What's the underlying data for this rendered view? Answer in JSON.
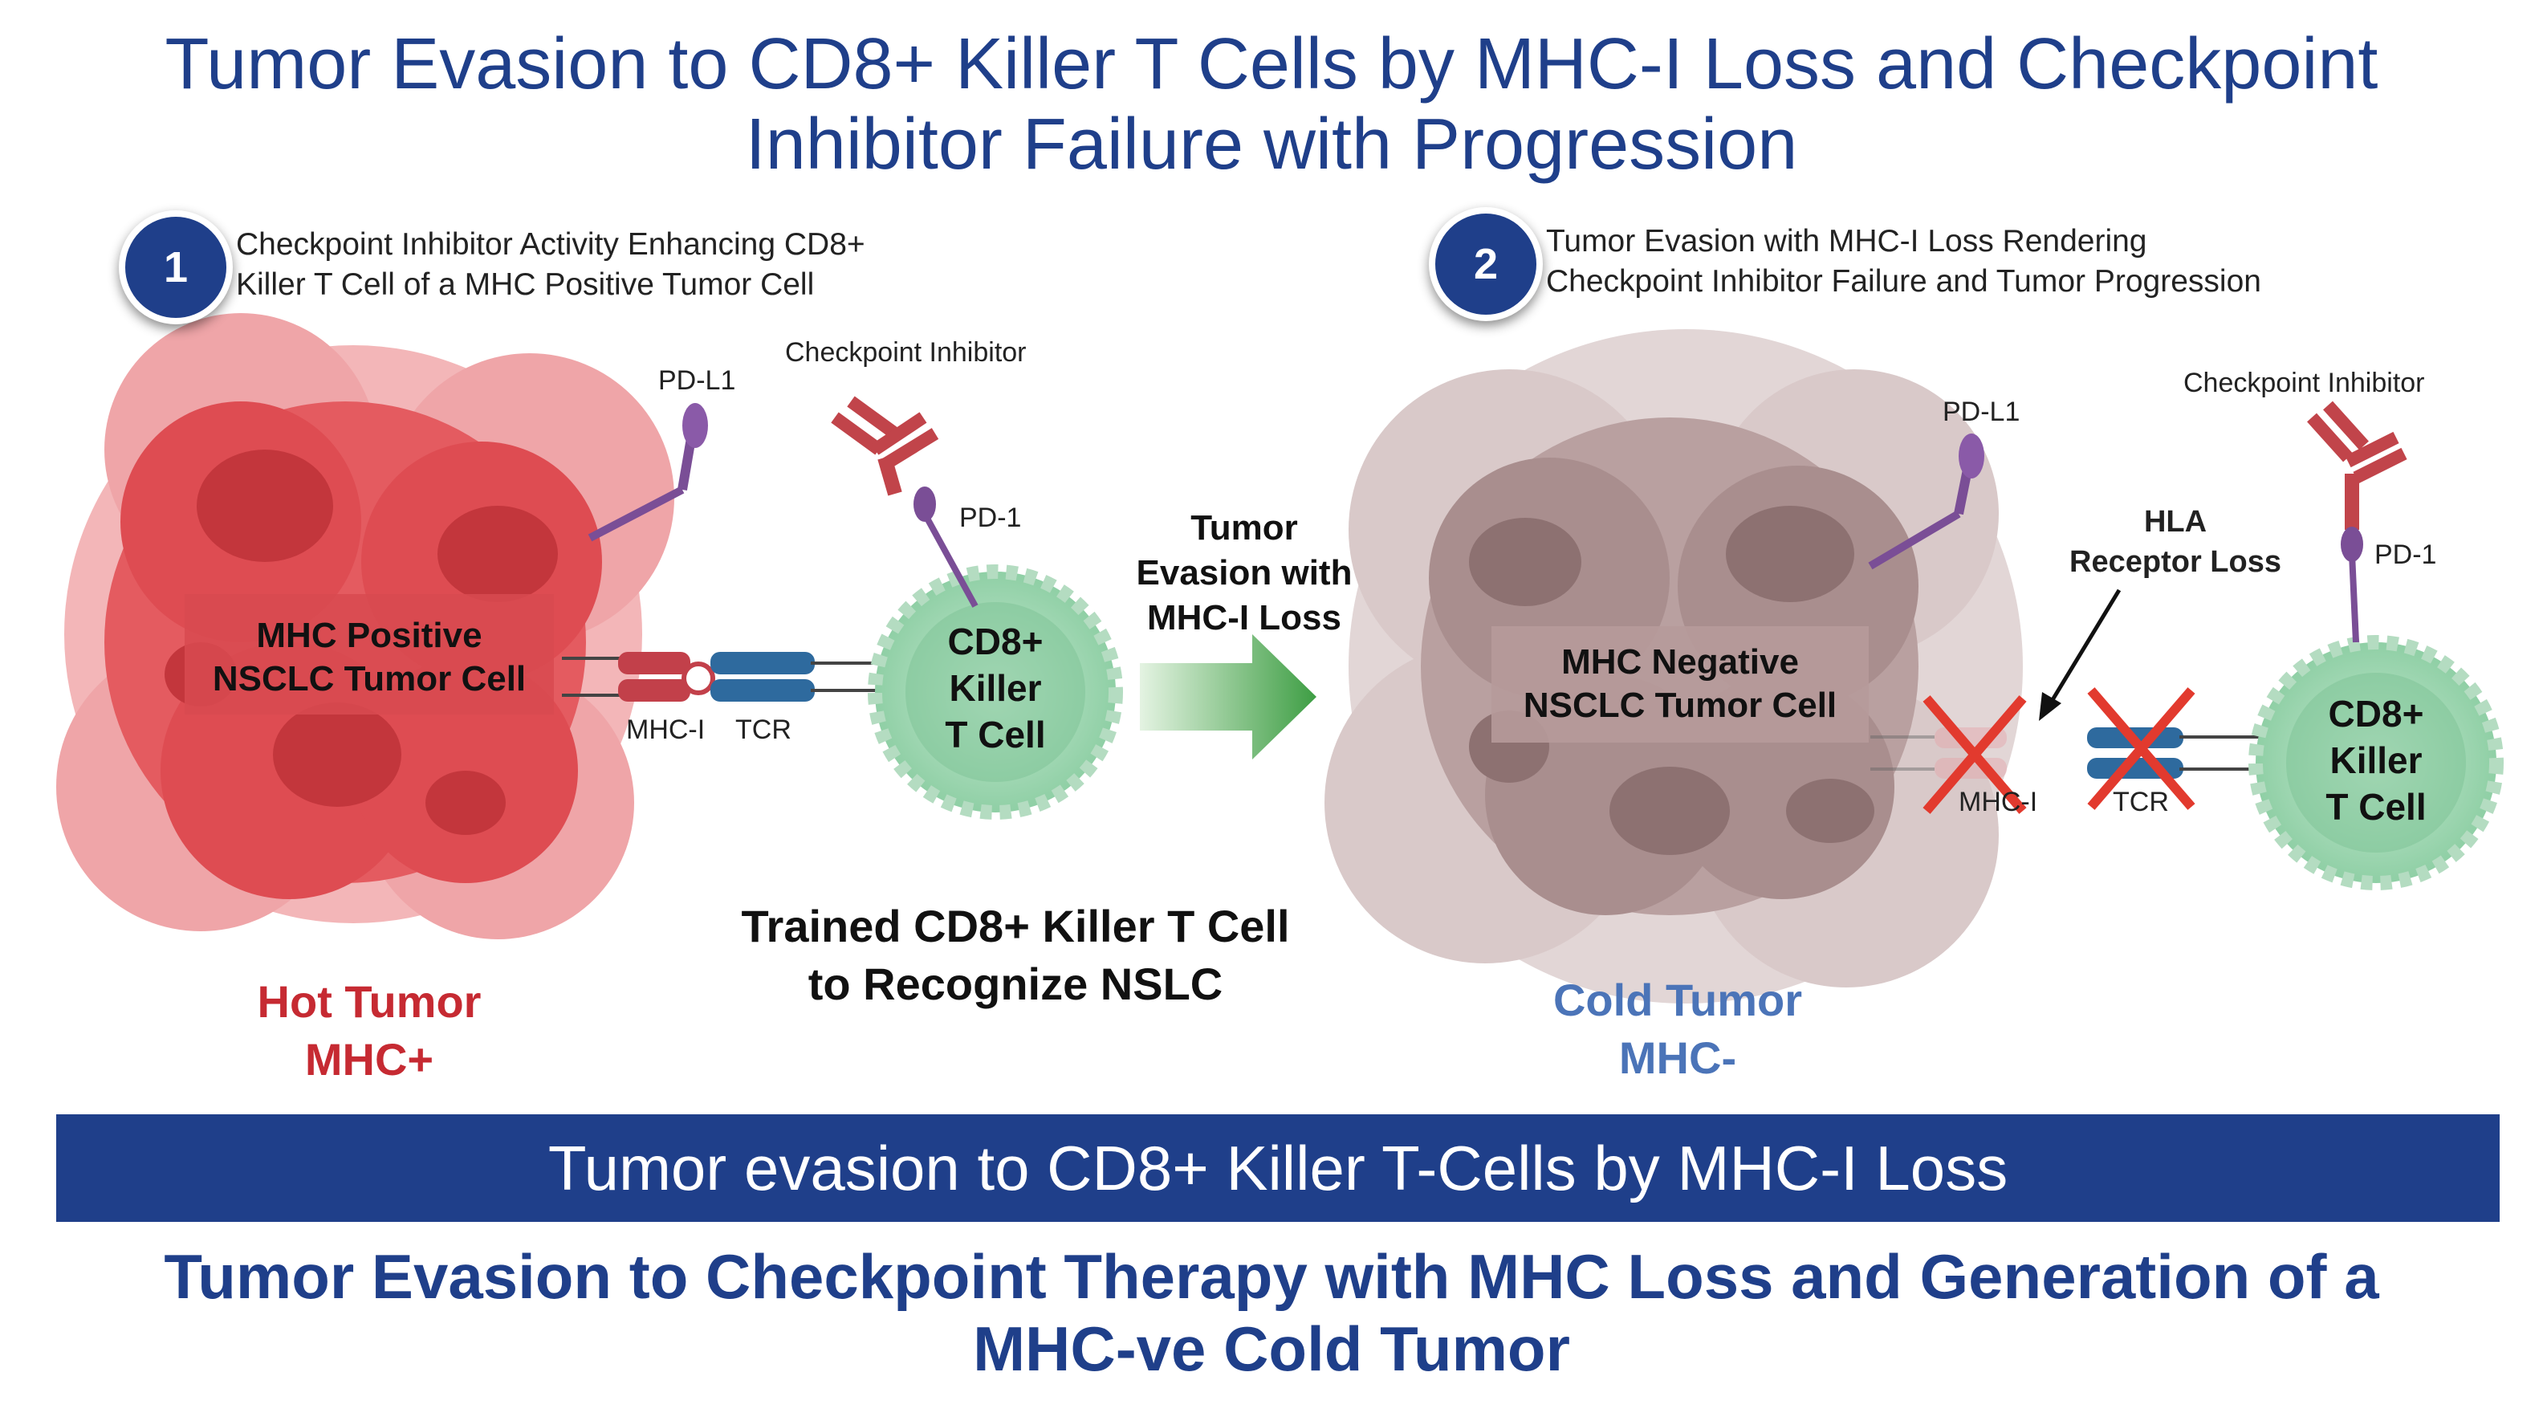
{
  "title": {
    "line1": "Tumor Evasion to CD8+ Killer T Cells by MHC-I Loss and Checkpoint",
    "line2": "Inhibitor Failure with Progression"
  },
  "panel1": {
    "badge": "1",
    "caption_line1": "Checkpoint Inhibitor Activity Enhancing CD8+",
    "caption_line2": "Killer T Cell of a MHC Positive Tumor Cell",
    "tumor_label_line1": "MHC Positive",
    "tumor_label_line2": "NSCLC Tumor Cell",
    "pdl1": "PD-L1",
    "checkpoint_inhibitor": "Checkpoint Inhibitor",
    "pd1": "PD-1",
    "mhc1": "MHC-I",
    "tcr": "TCR",
    "tcell_line1": "CD8+",
    "tcell_line2": "Killer",
    "tcell_line3": "T Cell",
    "tumor_type_line1": "Hot Tumor",
    "tumor_type_line2": "MHC+",
    "trained_line1": "Trained CD8+ Killer T Cell",
    "trained_line2": "to Recognize NSLC"
  },
  "arrow_label": {
    "line1": "Tumor",
    "line2": "Evasion with",
    "line3": "MHC-I Loss"
  },
  "panel2": {
    "badge": "2",
    "caption_line1": "Tumor Evasion with MHC-I Loss Rendering",
    "caption_line2": "Checkpoint Inhibitor Failure and Tumor Progression",
    "tumor_label_line1": "MHC Negative",
    "tumor_label_line2": "NSCLC Tumor Cell",
    "pdl1": "PD-L1",
    "checkpoint_inhibitor": "Checkpoint Inhibitor",
    "hla_line1": "HLA",
    "hla_line2": "Receptor Loss",
    "pd1": "PD-1",
    "mhc1": "MHC-I",
    "tcr": "TCR",
    "tcell_line1": "CD8+",
    "tcell_line2": "Killer",
    "tcell_line3": "T Cell",
    "tumor_type_line1": "Cold Tumor",
    "tumor_type_line2": "MHC-"
  },
  "banner": "Tumor evasion to CD8+ Killer T-Cells by MHC-I Loss",
  "footer": {
    "line1": "Tumor Evasion to Checkpoint Therapy with MHC Loss and Generation of a",
    "line2": "MHC-ve Cold Tumor"
  },
  "colors": {
    "title_blue": "#1f3f8a",
    "hot_red": "#c62a32",
    "cold_blue": "#4b74b8",
    "tcell_green": "#9fd5b3",
    "arrow_green": "#3e9e44"
  }
}
